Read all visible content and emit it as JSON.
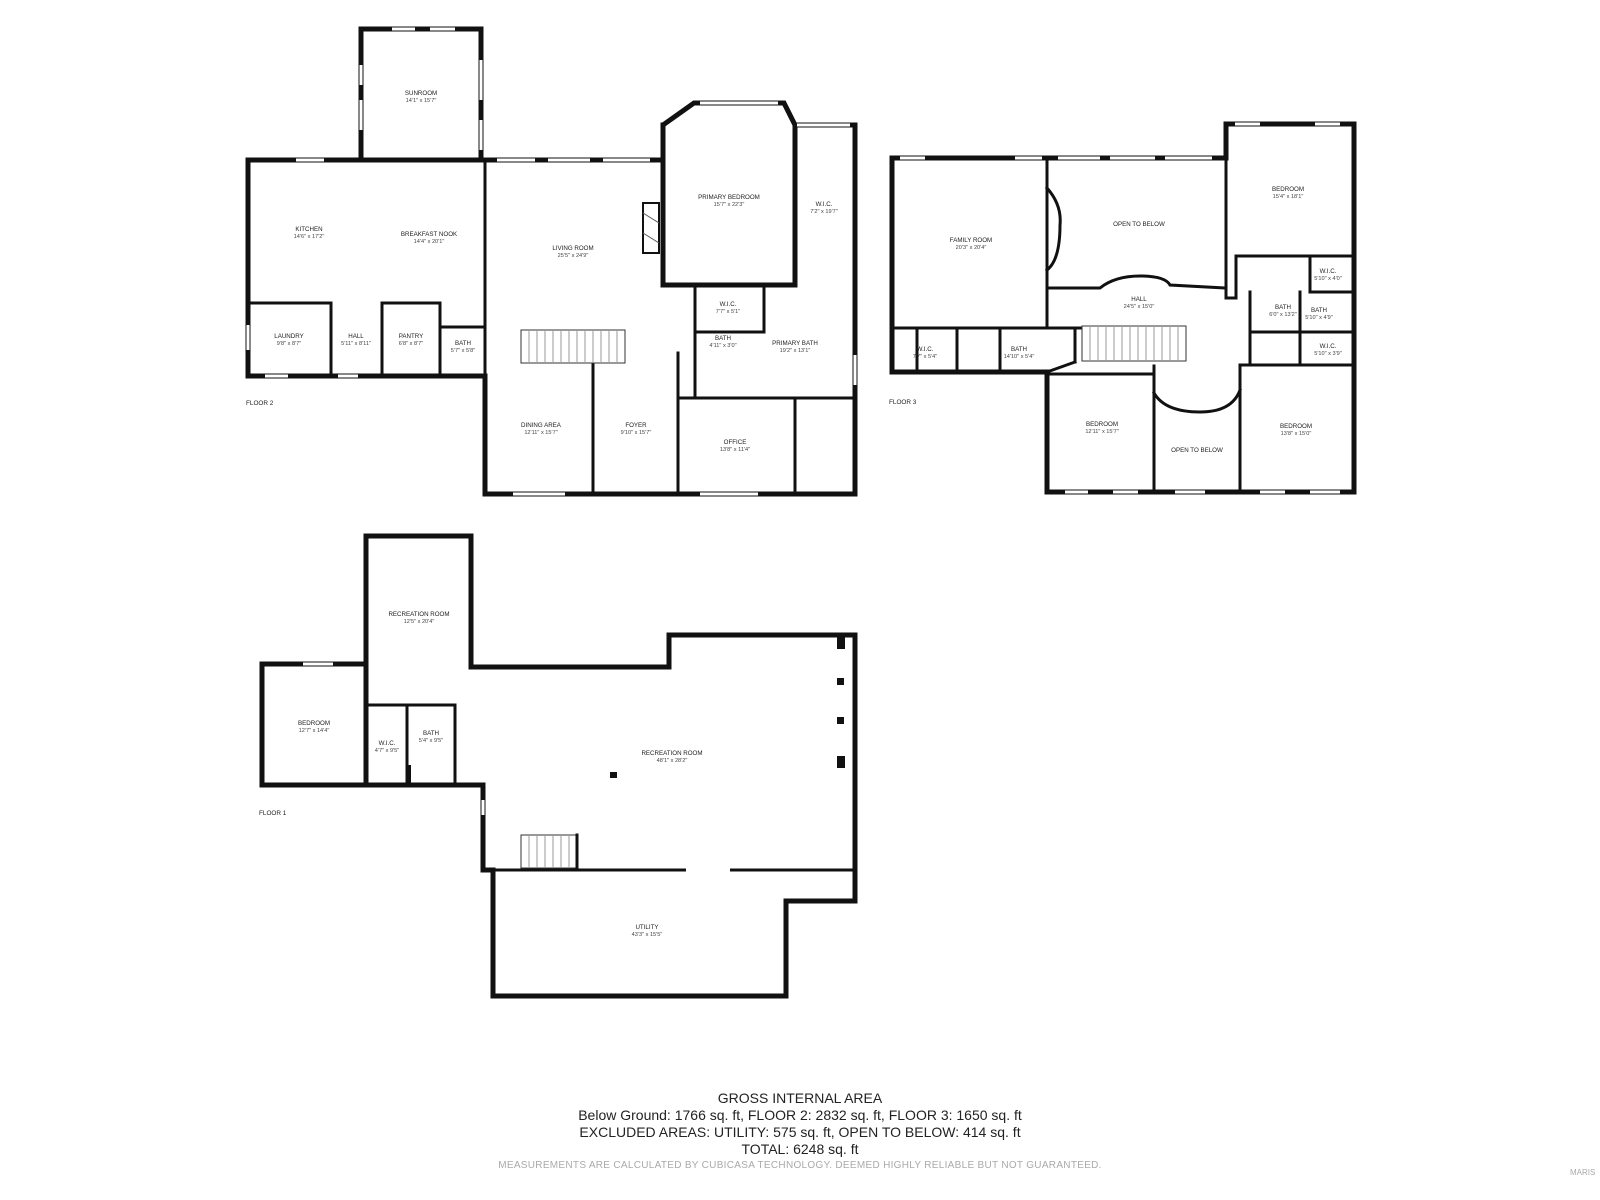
{
  "brand": "MARIS",
  "floors": {
    "floor2": {
      "label": "FLOOR 2",
      "rooms": {
        "sunroom": {
          "name": "SUNROOM",
          "dim": "14'1\" x 15'7\""
        },
        "kitchen": {
          "name": "KITCHEN",
          "dim": "14'6\" x 17'2\""
        },
        "breakfast_nook": {
          "name": "BREAKFAST NOOK",
          "dim": "14'4\" x 20'1\""
        },
        "living_room": {
          "name": "LIVING ROOM",
          "dim": "25'5\" x 24'9\""
        },
        "primary_bedroom": {
          "name": "PRIMARY BEDROOM",
          "dim": "15'7\" x 22'3\""
        },
        "wic_primary": {
          "name": "W.I.C.",
          "dim": "7'2\" x 19'7\""
        },
        "laundry": {
          "name": "LAUNDRY",
          "dim": "9'8\" x 8'7\""
        },
        "hall": {
          "name": "HALL",
          "dim": "5'11\" x 8'11\""
        },
        "pantry": {
          "name": "PANTRY",
          "dim": "6'8\" x 8'7\""
        },
        "bath_small": {
          "name": "BATH",
          "dim": "5'7\" x 5'8\""
        },
        "wic_small": {
          "name": "W.I.C.",
          "dim": "7'7\" x 5'1\""
        },
        "bath_wic": {
          "name": "BATH",
          "dim": "4'11\" x 3'0\""
        },
        "primary_bath": {
          "name": "PRIMARY BATH",
          "dim": "19'2\" x 13'1\""
        },
        "dining_area": {
          "name": "DINING AREA",
          "dim": "12'11\" x 15'7\""
        },
        "foyer": {
          "name": "FOYER",
          "dim": "9'10\" x 15'7\""
        },
        "office": {
          "name": "OFFICE",
          "dim": "13'8\" x 11'4\""
        }
      }
    },
    "floor3": {
      "label": "FLOOR 3",
      "rooms": {
        "family_room": {
          "name": "FAMILY ROOM",
          "dim": "20'3\" x 20'4\""
        },
        "open_below_top": {
          "name": "OPEN TO BELOW"
        },
        "bedroom_ne": {
          "name": "BEDROOM",
          "dim": "15'4\" x 18'1\""
        },
        "wic_a": {
          "name": "W.I.C.",
          "dim": "5'10\" x 4'0\""
        },
        "hall": {
          "name": "HALL",
          "dim": "24'5\" x 15'0\""
        },
        "bath_a": {
          "name": "BATH",
          "dim": "6'0\" x 13'2\""
        },
        "bath_b": {
          "name": "BATH",
          "dim": "5'10\" x 4'9\""
        },
        "wic_b": {
          "name": "W.I.C.",
          "dim": "5'10\" x 3'9\""
        },
        "wic_c": {
          "name": "W.I.C.",
          "dim": "7'7\" x 5'4\""
        },
        "bath_c": {
          "name": "BATH",
          "dim": "14'10\" x 5'4\""
        },
        "bedroom_sw": {
          "name": "BEDROOM",
          "dim": "12'11\" x 15'7\""
        },
        "open_below_bottom": {
          "name": "OPEN TO BELOW"
        },
        "bedroom_se": {
          "name": "BEDROOM",
          "dim": "13'8\" x 15'0\""
        }
      }
    },
    "floor1": {
      "label": "FLOOR 1",
      "rooms": {
        "rec_room_small": {
          "name": "RECREATION ROOM",
          "dim": "12'5\" x 20'4\""
        },
        "bedroom": {
          "name": "BEDROOM",
          "dim": "12'7\" x 14'4\""
        },
        "wic": {
          "name": "W.I.C.",
          "dim": "4'7\" x 9'5\""
        },
        "bath": {
          "name": "BATH",
          "dim": "5'4\" x 9'5\""
        },
        "rec_room_large": {
          "name": "RECREATION ROOM",
          "dim": "48'1\" x 28'2\""
        },
        "utility": {
          "name": "UTILITY",
          "dim": "43'3\" x 15'5\""
        }
      }
    }
  },
  "area_summary": {
    "heading": "GROSS INTERNAL AREA",
    "line1": "Below Ground: 1766 sq. ft, FLOOR 2: 2832 sq. ft, FLOOR 3: 1650 sq. ft",
    "line2": "EXCLUDED AREAS: UTILITY: 575 sq. ft, OPEN TO BELOW: 414 sq. ft",
    "line3": "TOTAL: 6248 sq. ft",
    "disclaimer": "MEASUREMENTS ARE CALCULATED BY CUBICASA TECHNOLOGY. DEEMED HIGHLY RELIABLE BUT NOT GUARANTEED."
  }
}
